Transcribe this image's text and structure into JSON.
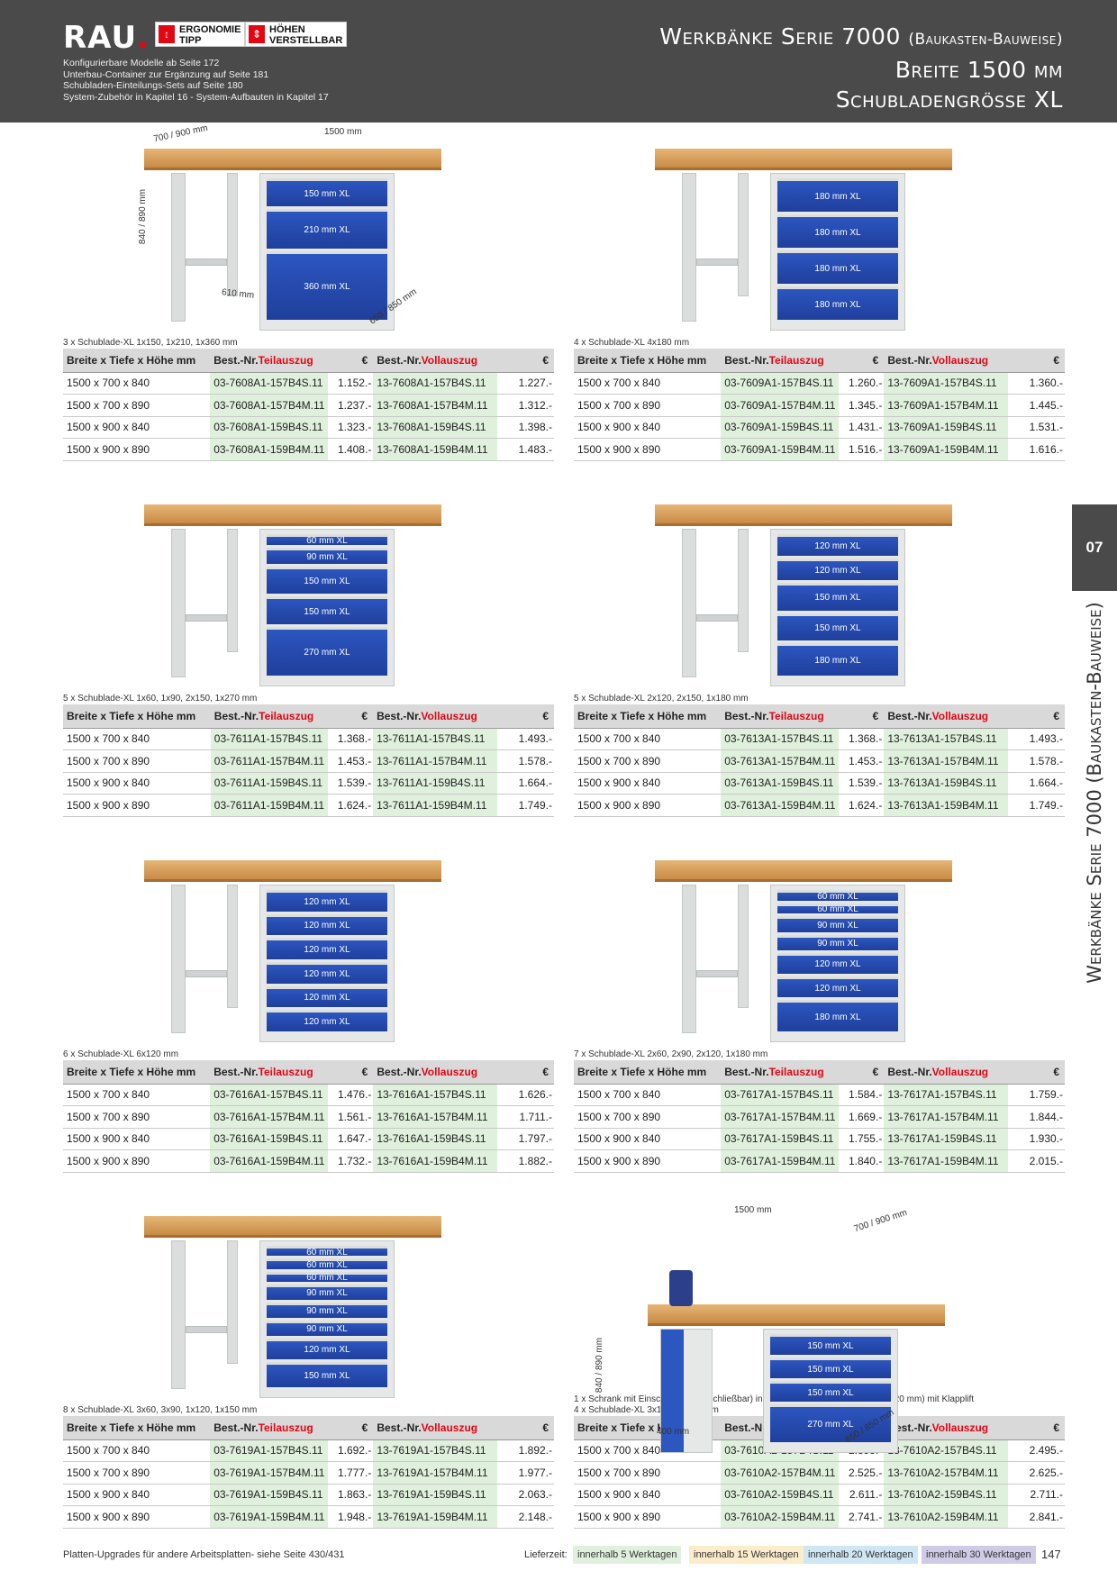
{
  "header": {
    "logo": "RAU",
    "logo_dot": ".",
    "badge1": [
      "ERGONOMIE",
      "TIPP"
    ],
    "badge2": [
      "HÖHEN",
      "VERSTELLBAR"
    ],
    "notes": [
      "Konfigurierbare Modelle ab Seite 172",
      "Unterbau-Container zur Ergänzung auf Seite 181",
      "Schubladen-Einteilungs-Sets auf Seite 180",
      "System-Zubehör in Kapitel 16 - System-Aufbauten in Kapitel 17"
    ],
    "title_main": "Werkbänke Serie 7000",
    "title_paren": "(Baukasten-Bauweise)",
    "line2": "Breite 1500 mm",
    "line3": "Schubladengrösse XL"
  },
  "side": {
    "number": "07",
    "text": "Werkbänke Serie 7000 (Baukasten-Bauweise)"
  },
  "table_header": {
    "size": "Breite x Tiefe x Höhe mm",
    "best": "Best.-Nr.",
    "teil": "Teilauszug",
    "voll": "Vollauszug",
    "eur": "€"
  },
  "sizes": [
    "1500 x 700 x 840",
    "1500 x 700 x 890",
    "1500 x 900 x 840",
    "1500 x 900 x 890"
  ],
  "dims": {
    "depth": "700 / 900 mm",
    "width": "1500 mm",
    "height": "840 / 890 mm",
    "leg": "610 mm",
    "cab_depth": "650 / 850 mm",
    "cupboard": "400 mm"
  },
  "products": [
    {
      "caption": "3 x Schublade-XL 1x150, 1x210, 1x360 mm",
      "drawers": [
        "150 mm XL",
        "210 mm XL",
        "360 mm XL"
      ],
      "rows": [
        {
          "t": "03-7608A1-157B4S.11",
          "tp": "1.152.-",
          "v": "13-7608A1-157B4S.11",
          "vp": "1.227.-"
        },
        {
          "t": "03-7608A1-157B4M.11",
          "tp": "1.237.-",
          "v": "13-7608A1-157B4M.11",
          "vp": "1.312.-"
        },
        {
          "t": "03-7608A1-159B4S.11",
          "tp": "1.323.-",
          "v": "13-7608A1-159B4S.11",
          "vp": "1.398.-"
        },
        {
          "t": "03-7608A1-159B4M.11",
          "tp": "1.408.-",
          "v": "13-7608A1-159B4M.11",
          "vp": "1.483.-"
        }
      ]
    },
    {
      "caption": "4 x Schublade-XL 4x180 mm",
      "drawers": [
        "180 mm XL",
        "180 mm XL",
        "180 mm XL",
        "180 mm XL"
      ],
      "rows": [
        {
          "t": "03-7609A1-157B4S.11",
          "tp": "1.260.-",
          "v": "13-7609A1-157B4S.11",
          "vp": "1.360.-"
        },
        {
          "t": "03-7609A1-157B4M.11",
          "tp": "1.345.-",
          "v": "13-7609A1-157B4M.11",
          "vp": "1.445.-"
        },
        {
          "t": "03-7609A1-159B4S.11",
          "tp": "1.431.-",
          "v": "13-7609A1-159B4S.11",
          "vp": "1.531.-"
        },
        {
          "t": "03-7609A1-159B4M.11",
          "tp": "1.516.-",
          "v": "13-7609A1-159B4M.11",
          "vp": "1.616.-"
        }
      ]
    },
    {
      "caption": "5 x Schublade-XL 1x60, 1x90, 2x150, 1x270 mm",
      "drawers": [
        "60 mm XL",
        "90 mm XL",
        "150 mm XL",
        "150 mm XL",
        "270 mm XL"
      ],
      "rows": [
        {
          "t": "03-7611A1-157B4S.11",
          "tp": "1.368.-",
          "v": "13-7611A1-157B4S.11",
          "vp": "1.493.-"
        },
        {
          "t": "03-7611A1-157B4M.11",
          "tp": "1.453.-",
          "v": "13-7611A1-157B4M.11",
          "vp": "1.578.-"
        },
        {
          "t": "03-7611A1-159B4S.11",
          "tp": "1.539.-",
          "v": "13-7611A1-159B4S.11",
          "vp": "1.664.-"
        },
        {
          "t": "03-7611A1-159B4M.11",
          "tp": "1.624.-",
          "v": "13-7611A1-159B4M.11",
          "vp": "1.749.-"
        }
      ]
    },
    {
      "caption": "5 x Schublade-XL 2x120, 2x150, 1x180 mm",
      "drawers": [
        "120 mm XL",
        "120 mm XL",
        "150 mm XL",
        "150 mm XL",
        "180 mm XL"
      ],
      "rows": [
        {
          "t": "03-7613A1-157B4S.11",
          "tp": "1.368.-",
          "v": "13-7613A1-157B4S.11",
          "vp": "1.493.-"
        },
        {
          "t": "03-7613A1-157B4M.11",
          "tp": "1.453.-",
          "v": "13-7613A1-157B4M.11",
          "vp": "1.578.-"
        },
        {
          "t": "03-7613A1-159B4S.11",
          "tp": "1.539.-",
          "v": "13-7613A1-159B4S.11",
          "vp": "1.664.-"
        },
        {
          "t": "03-7613A1-159B4M.11",
          "tp": "1.624.-",
          "v": "13-7613A1-159B4M.11",
          "vp": "1.749.-"
        }
      ]
    },
    {
      "caption": "6 x Schublade-XL 6x120 mm",
      "drawers": [
        "120 mm XL",
        "120 mm XL",
        "120 mm XL",
        "120 mm XL",
        "120 mm XL",
        "120 mm XL"
      ],
      "rows": [
        {
          "t": "03-7616A1-157B4S.11",
          "tp": "1.476.-",
          "v": "13-7616A1-157B4S.11",
          "vp": "1.626.-"
        },
        {
          "t": "03-7616A1-157B4M.11",
          "tp": "1.561.-",
          "v": "13-7616A1-157B4M.11",
          "vp": "1.711.-"
        },
        {
          "t": "03-7616A1-159B4S.11",
          "tp": "1.647.-",
          "v": "13-7616A1-159B4S.11",
          "vp": "1.797.-"
        },
        {
          "t": "03-7616A1-159B4M.11",
          "tp": "1.732.-",
          "v": "13-7616A1-159B4M.11",
          "vp": "1.882.-"
        }
      ]
    },
    {
      "caption": "7 x Schublade-XL 2x60, 2x90, 2x120, 1x180 mm",
      "drawers": [
        "60 mm XL",
        "60 mm XL",
        "90 mm XL",
        "90 mm XL",
        "120 mm XL",
        "120 mm XL",
        "180 mm XL"
      ],
      "rows": [
        {
          "t": "03-7617A1-157B4S.11",
          "tp": "1.584.-",
          "v": "13-7617A1-157B4S.11",
          "vp": "1.759.-"
        },
        {
          "t": "03-7617A1-157B4M.11",
          "tp": "1.669.-",
          "v": "13-7617A1-157B4M.11",
          "vp": "1.844.-"
        },
        {
          "t": "03-7617A1-159B4S.11",
          "tp": "1.755.-",
          "v": "13-7617A1-159B4S.11",
          "vp": "1.930.-"
        },
        {
          "t": "03-7617A1-159B4M.11",
          "tp": "1.840.-",
          "v": "13-7617A1-159B4M.11",
          "vp": "2.015.-"
        }
      ]
    },
    {
      "caption": "8 x Schublade-XL 3x60, 3x90, 1x120, 1x150 mm",
      "drawers": [
        "60 mm XL",
        "60 mm XL",
        "60 mm XL",
        "90 mm XL",
        "90 mm XL",
        "90 mm XL",
        "120 mm XL",
        "150 mm XL"
      ],
      "rows": [
        {
          "t": "03-7619A1-157B4S.11",
          "tp": "1.692.-",
          "v": "13-7619A1-157B4S.11",
          "vp": "1.892.-"
        },
        {
          "t": "03-7619A1-157B4M.11",
          "tp": "1.777.-",
          "v": "13-7619A1-157B4M.11",
          "vp": "1.977.-"
        },
        {
          "t": "03-7619A1-159B4S.11",
          "tp": "1.863.-",
          "v": "13-7619A1-159B4S.11",
          "vp": "2.063.-"
        },
        {
          "t": "03-7619A1-159B4M.11",
          "tp": "1.948.-",
          "v": "13-7619A1-159B4M.11",
          "vp": "2.148.-"
        }
      ]
    },
    {
      "caption": "1 x Schrank mit Einschiebetür (abschließbar) inkl. Schraubstock (Backenbreite 120 mm) mit Klapplift",
      "caption2": "4 x Schublade-XL 3x150, 1x270 mm",
      "drawers": [
        "150 mm XL",
        "150 mm XL",
        "150 mm XL",
        "270 mm XL"
      ],
      "rows": [
        {
          "t": "03-7610A2-157B4S.11",
          "tp": "2.395.-",
          "v": "13-7610A2-157B4S.11",
          "vp": "2.495.-"
        },
        {
          "t": "03-7610A2-157B4M.11",
          "tp": "2.525.-",
          "v": "13-7610A2-157B4M.11",
          "vp": "2.625.-"
        },
        {
          "t": "03-7610A2-159B4S.11",
          "tp": "2.611.-",
          "v": "13-7610A2-159B4S.11",
          "vp": "2.711.-"
        },
        {
          "t": "03-7610A2-159B4M.11",
          "tp": "2.741.-",
          "v": "13-7610A2-159B4M.11",
          "vp": "2.841.-"
        }
      ]
    }
  ],
  "footer": {
    "note": "Platten-Upgrades für andere Arbeitsplatten- siehe Seite 430/431",
    "lieferzeit": "Lieferzeit:",
    "d5": "innerhalb 5 Werktagen",
    "d15": "innerhalb 15 Werktagen",
    "d20": "innerhalb 20 Werktagen",
    "d30": "innerhalb 30 Werktagen",
    "page": "147"
  }
}
